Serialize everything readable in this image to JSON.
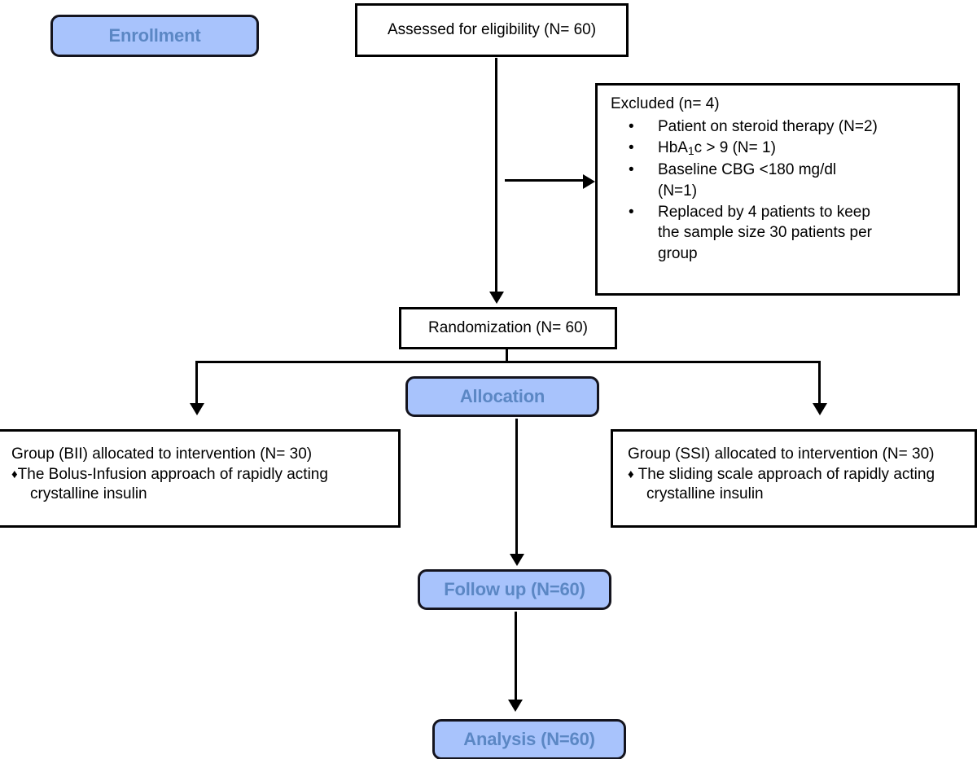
{
  "diagram": {
    "title": "CONSORT participant flow diagram",
    "colors": {
      "badge_fill": "#a8c3fc",
      "badge_border": "#14141e",
      "badge_text": "#5b87c4",
      "box_border": "#000000",
      "page_background": "#ffffff"
    },
    "stage_badges": {
      "enrollment": "Enrollment",
      "allocation": "Allocation",
      "follow_up": "Follow up (N=60)",
      "analysis": "Analysis (N=60)"
    },
    "nodes": {
      "assessed": "Assessed for eligibility (N= 60)",
      "randomization": "Randomization (N= 60)",
      "excluded": {
        "title": "Excluded (n= 4)",
        "bullet_glyph": "•",
        "items": [
          "Patient on steroid therapy (N=2)",
          "HbA1c > 9 (N= 1)",
          "Baseline CBG <180 mg/dl (N=1)",
          "Replaced by 4 patients to keep the sample size 30 patients per group"
        ]
      },
      "group_bii": {
        "heading": "Group (BII) allocated to intervention (N= 30)",
        "bullet_glyph": "♦",
        "bullet_text": "The Bolus-Infusion approach of rapidly acting crystalline insulin"
      },
      "group_ssi": {
        "heading": "Group (SSI) allocated to intervention (N= 30)",
        "bullet_glyph": "♦",
        "bullet_text": "The sliding scale approach of rapidly acting crystalline insulin"
      }
    }
  }
}
